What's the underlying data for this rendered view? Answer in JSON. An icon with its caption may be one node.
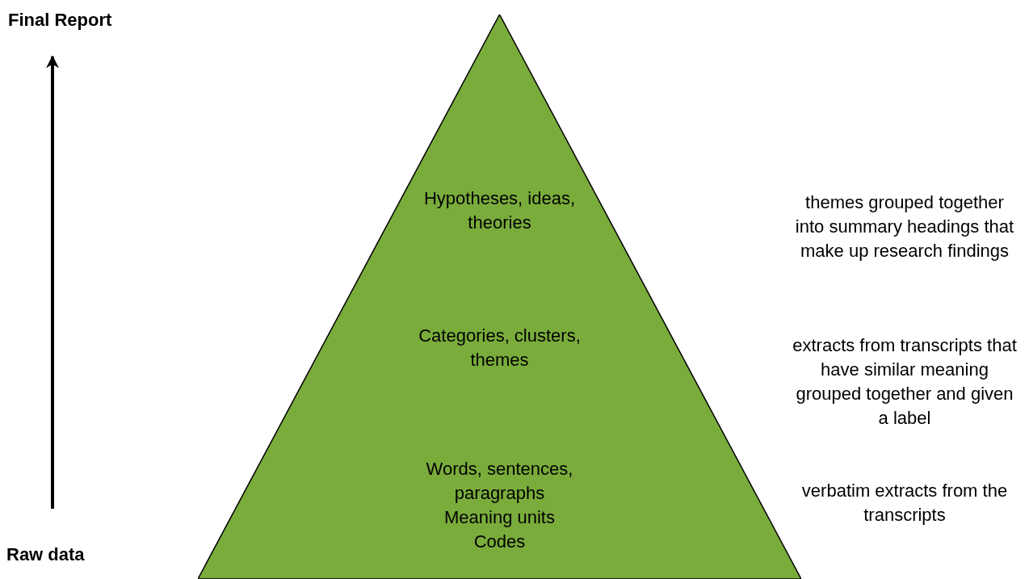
{
  "diagram": {
    "nodes": [
      {
        "text": [
          "Final Report"
        ]
      },
      {
        "text": [
          "Hypotheses, ideas, theories",
          "Categories, clusters, themes",
          "Words, sentences, paragraphs",
          "Meaning units",
          "Codes"
        ]
      },
      {
        "text": [
          "Raw data"
        ]
      }
    ],
    "edges": [
      {
        "from": 2,
        "to": 0,
        "arrow": "to"
      }
    ],
    "labels": [
      "themes grouped together into summary headings that make up research findings",
      "extracts from transcripts that have similar meaning grouped together and given a label",
      "verbatim extracts from the transcripts"
    ]
  }
}
